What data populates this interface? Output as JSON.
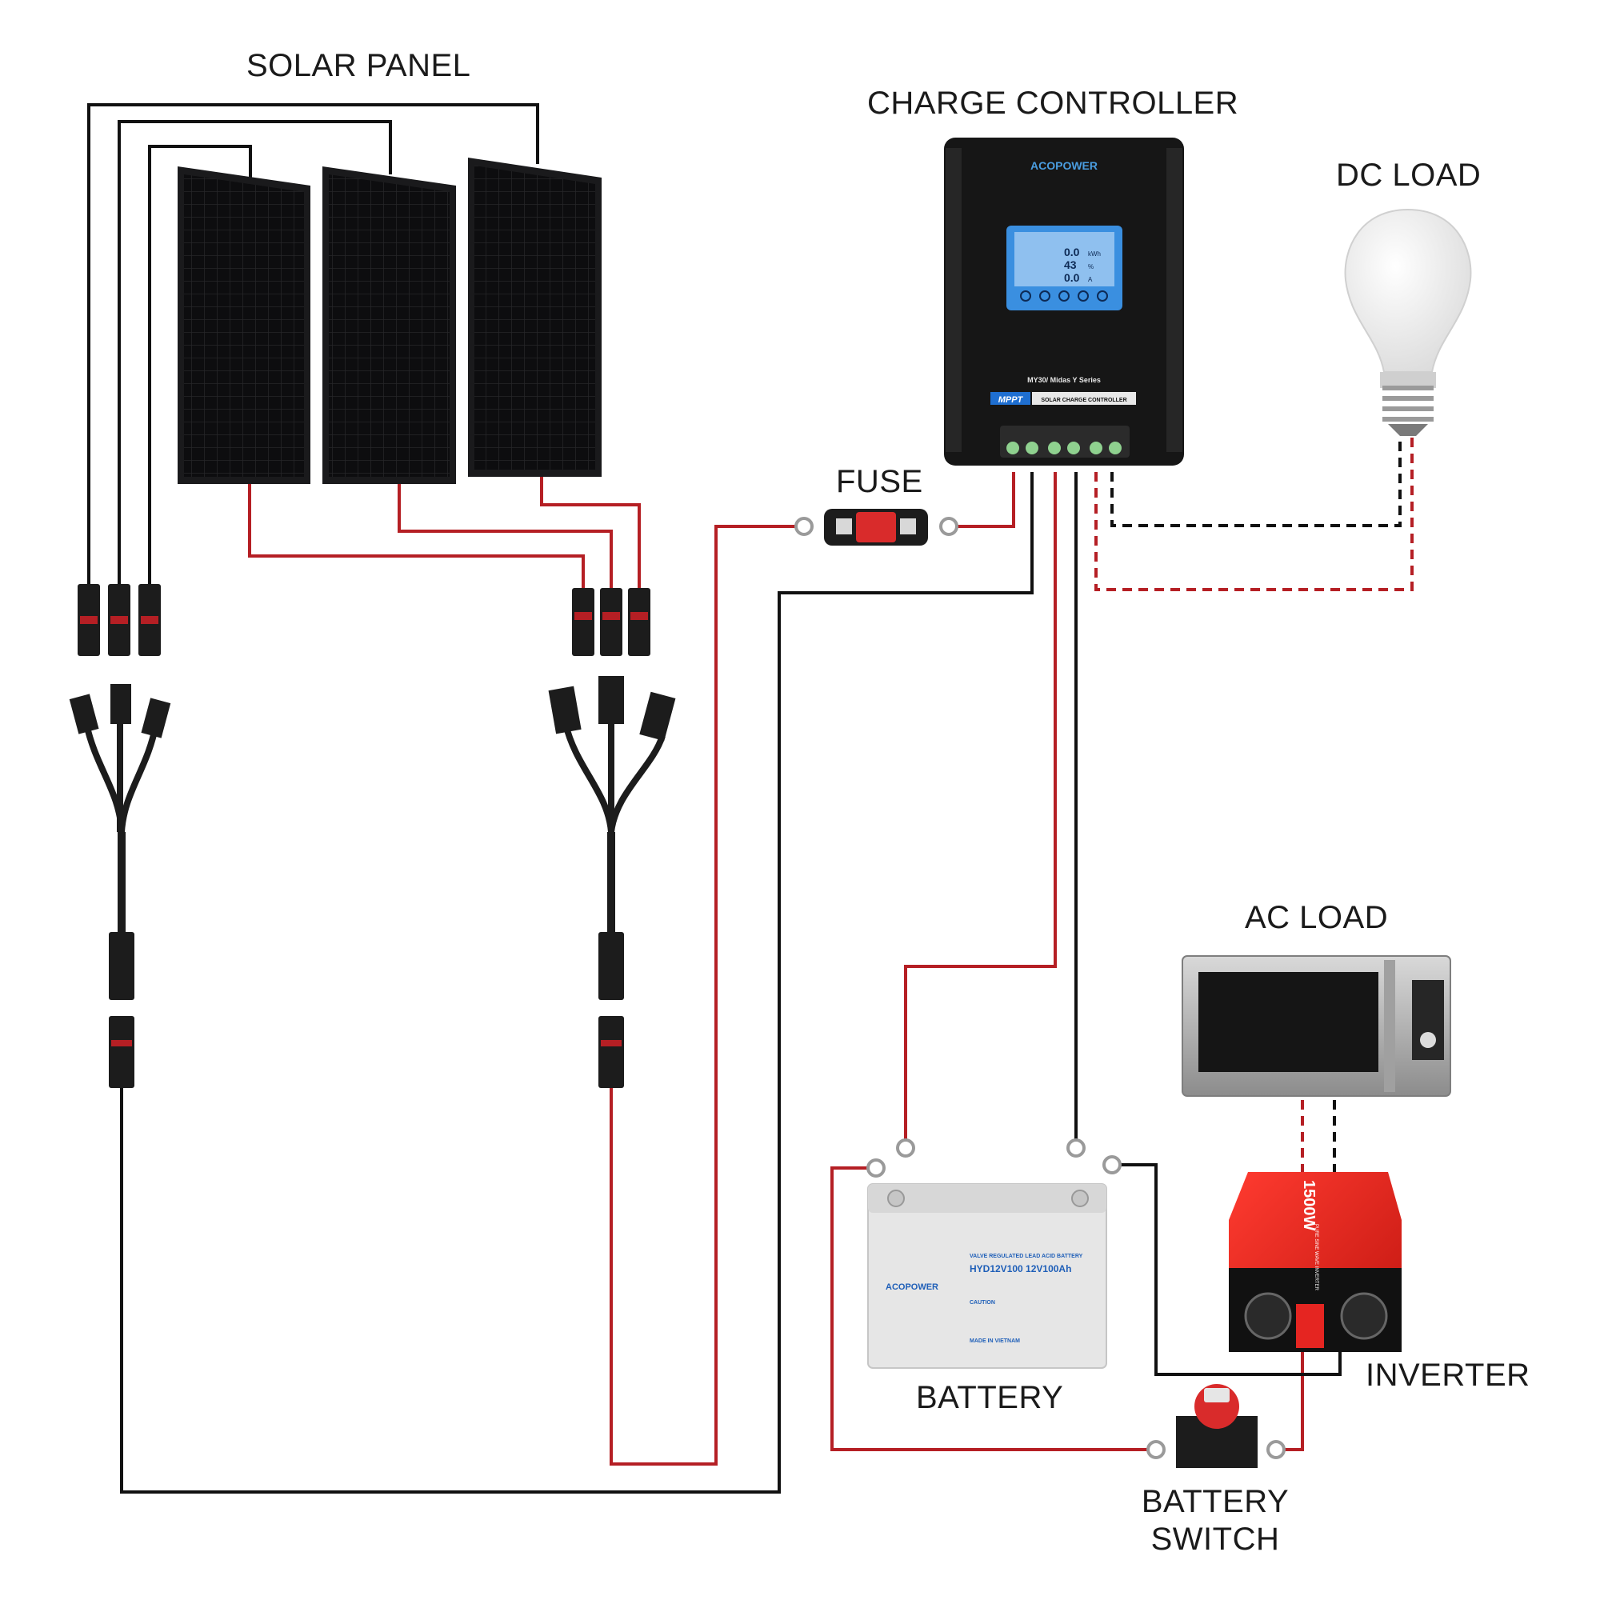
{
  "labels": {
    "solar_panel": "SOLAR PANEL",
    "charge_controller": "CHARGE CONTROLLER",
    "dc_load": "DC LOAD",
    "fuse": "FUSE",
    "ac_load": "AC LOAD",
    "battery": "BATTERY",
    "inverter": "INVERTER",
    "battery_switch_line1": "BATTERY",
    "battery_switch_line2": "SWITCH"
  },
  "controller": {
    "brand": "ACOPOWER",
    "model": "MY30/ Midas Y Series",
    "badge": "MPPT",
    "product": "SOLAR CHARGE CONTROLLER",
    "lcd_line1": "0.0",
    "lcd_unit1": "kWh",
    "lcd_line2": "43",
    "lcd_unit2": "%",
    "lcd_line3": "0.0",
    "lcd_unit3": "A"
  },
  "battery_unit": {
    "brand": "ACOPOWER",
    "type": "VALVE REGULATED LEAD ACID BATTERY",
    "model": "HYD12V100  12V100Ah",
    "caution": "CAUTION",
    "origin": "MADE IN VIETNAM"
  },
  "inverter_unit": {
    "rating": "1500W",
    "type": "PURE SINE WAVE INVERTER"
  },
  "colors": {
    "wire_red": "#b51f24",
    "wire_black": "#111111",
    "inverter_red": "#e52521",
    "lcd_blue": "#3a8fe0"
  }
}
